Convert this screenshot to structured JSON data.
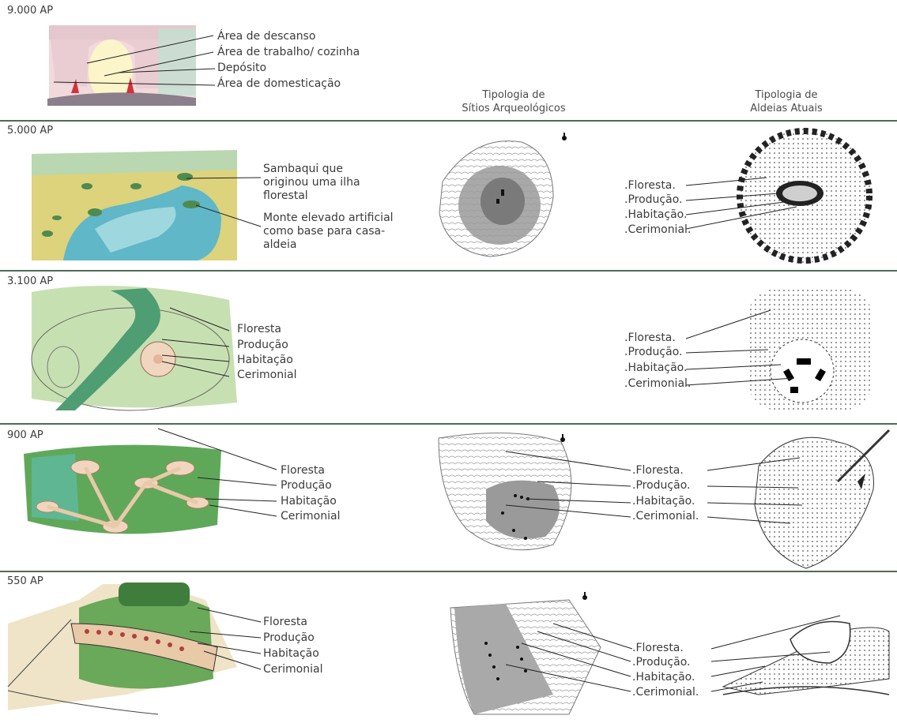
{
  "column_headers": {
    "archaeological": [
      "Tipologia de",
      "Sítios Arqueológicos"
    ],
    "current": [
      "Tipologia de",
      "Aldeias Atuais"
    ]
  },
  "rows": [
    {
      "period": "9.000 AP",
      "labels": [
        "Área de descanso",
        "Área de trabalho/ cozinha",
        "Depósito",
        "Área de domesticação"
      ]
    },
    {
      "period": "5.000 AP",
      "labels": [
        "Sambaqui que originou uma ilha florestal",
        "Monte elevado artificial como base para casa-aldeia"
      ],
      "village_labels": [
        ".Floresta.",
        ".Produção.",
        ".Habitação.",
        ".Cerimonial."
      ]
    },
    {
      "period": "3.100 AP",
      "labels": [
        "Floresta",
        "Produção",
        "Habitação",
        "Cerimonial"
      ],
      "village_labels": [
        ".Floresta.",
        ".Produção.",
        ".Habitação.",
        ".Cerimonial."
      ]
    },
    {
      "period": "900 AP",
      "labels": [
        "Floresta",
        "Produção",
        "Habitação",
        "Cerimonial"
      ],
      "site_labels": [
        ".Floresta.",
        ".Produção.",
        ".Habitação.",
        ".Cerimonial."
      ]
    },
    {
      "period": "550 AP",
      "labels": [
        "Floresta",
        "Produção",
        "Habitação",
        "Cerimonial"
      ],
      "site_labels": [
        ".Floresta.",
        ".Produção.",
        ".Habitação.",
        ".Cerimonial."
      ]
    }
  ],
  "colors": {
    "divider": "#4f6b57",
    "forest": "#5f9a4f",
    "grass": "#d9d27a",
    "water": "#5fb7c8",
    "clearing": "#f0d6bf",
    "map_gray": "#9a9a9a"
  },
  "icons": [
    "north-arrow-icon"
  ]
}
